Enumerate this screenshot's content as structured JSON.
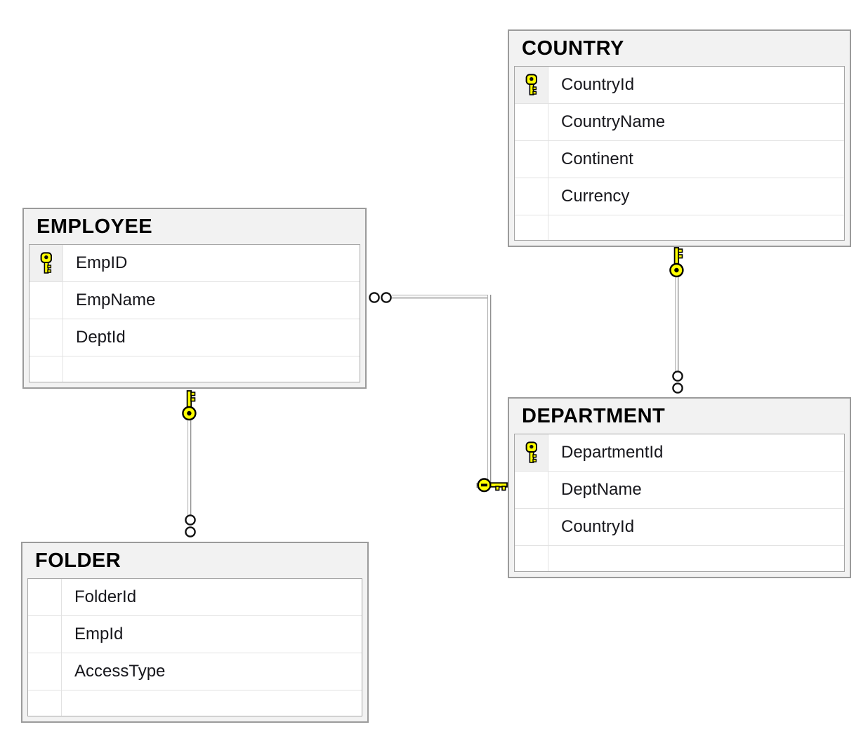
{
  "diagram": {
    "tables": [
      {
        "name": "EMPLOYEE",
        "columns": [
          {
            "name": "EmpID",
            "pk": true
          },
          {
            "name": "EmpName",
            "pk": false
          },
          {
            "name": "DeptId",
            "pk": false
          }
        ]
      },
      {
        "name": "COUNTRY",
        "columns": [
          {
            "name": "CountryId",
            "pk": true
          },
          {
            "name": "CountryName",
            "pk": false
          },
          {
            "name": "Continent",
            "pk": false
          },
          {
            "name": "Currency",
            "pk": false
          }
        ]
      },
      {
        "name": "DEPARTMENT",
        "columns": [
          {
            "name": "DepartmentId",
            "pk": true
          },
          {
            "name": "DeptName",
            "pk": false
          },
          {
            "name": "CountryId",
            "pk": false
          }
        ]
      },
      {
        "name": "FOLDER",
        "columns": [
          {
            "name": "FolderId",
            "pk": false
          },
          {
            "name": "EmpId",
            "pk": false
          },
          {
            "name": "AccessType",
            "pk": false
          }
        ]
      }
    ],
    "relationships": [
      {
        "one_side": "DEPARTMENT",
        "many_side": "EMPLOYEE",
        "one_end_icon": "key-icon",
        "many_end_icon": "infinity-icon"
      },
      {
        "one_side": "EMPLOYEE",
        "many_side": "FOLDER",
        "one_end_icon": "key-icon",
        "many_end_icon": "infinity-icon"
      },
      {
        "one_side": "COUNTRY",
        "many_side": "DEPARTMENT",
        "one_end_icon": "key-icon",
        "many_end_icon": "infinity-icon"
      }
    ],
    "colors": {
      "canvas_bg": "#ffffff",
      "table_header_bg": "#f2f2f2",
      "table_border": "#9b9b9b",
      "inner_border": "#a6a6a6",
      "row_separator": "#e2e2e2",
      "pk_cell_bg": "#f0f0f0",
      "title_text": "#000000",
      "column_text": "#17171c",
      "key_icon_fill": "#ffff00",
      "key_icon_outline": "#000000",
      "connector_dark": "#8f8f8f",
      "connector_light": "#fbfbfb"
    }
  }
}
